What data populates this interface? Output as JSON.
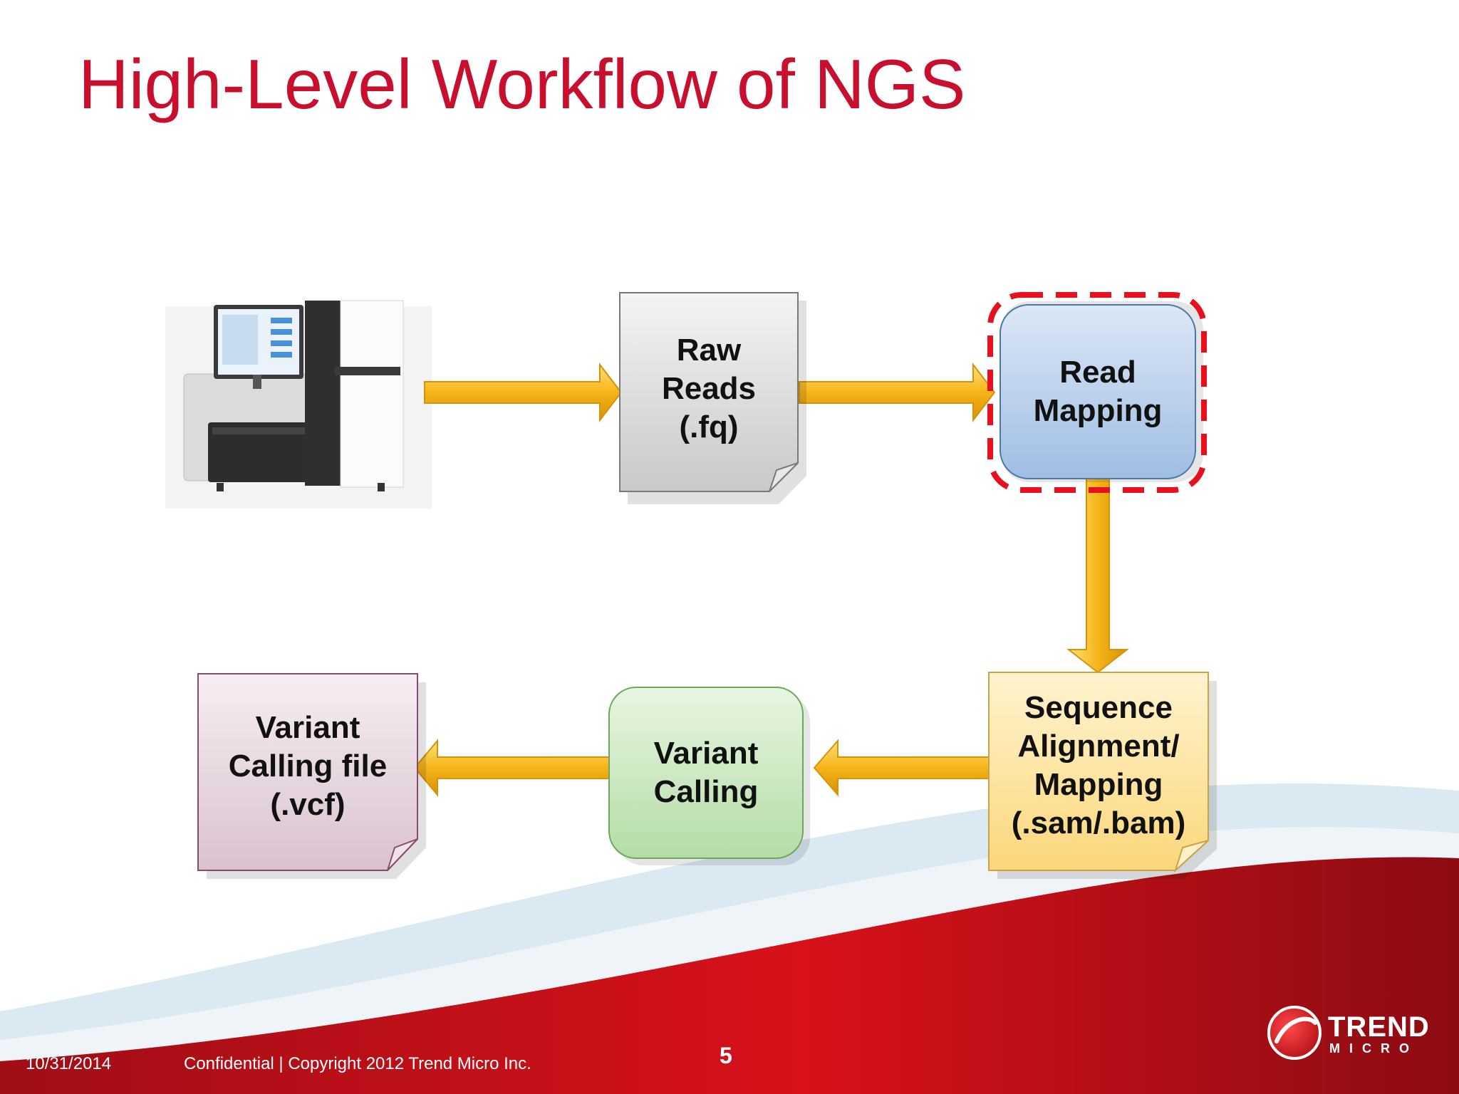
{
  "slide": {
    "title": "High-Level Workflow of NGS",
    "footer": {
      "date": "10/31/2014",
      "confidential": "Confidential | Copyright 2012 Trend Micro Inc.",
      "page_number": "5"
    },
    "logo": {
      "line1": "TREND",
      "line2": "MICRO"
    }
  },
  "diagram": {
    "nodes": {
      "sequencer": {
        "icon": "sequencer-machine-icon"
      },
      "raw_reads": {
        "label": "Raw\nReads\n(.fq)",
        "fill": "#d9d9d9"
      },
      "read_mapping": {
        "label": "Read\nMapping",
        "fill": "#b8cde8",
        "highlight": "#e8101e"
      },
      "sequence_alignment": {
        "label": "Sequence\nAlignment/\nMapping\n(.sam/.bam)",
        "fill": "#fde5a5"
      },
      "variant_calling": {
        "label": "Variant\nCalling",
        "fill": "#c9e7c0"
      },
      "vcf_file": {
        "label": "Variant\nCalling file\n(.vcf)",
        "fill": "#e7d5df"
      }
    },
    "arrow_color": "#f5b417",
    "edges": [
      {
        "from": "sequencer",
        "to": "raw_reads"
      },
      {
        "from": "raw_reads",
        "to": "read_mapping"
      },
      {
        "from": "read_mapping",
        "to": "sequence_alignment"
      },
      {
        "from": "sequence_alignment",
        "to": "variant_calling"
      },
      {
        "from": "variant_calling",
        "to": "vcf_file"
      }
    ]
  },
  "theme": {
    "title_color": "#c8102e",
    "footer_red": "#b5121b",
    "swoosh_blue": "#dbe9f3"
  }
}
